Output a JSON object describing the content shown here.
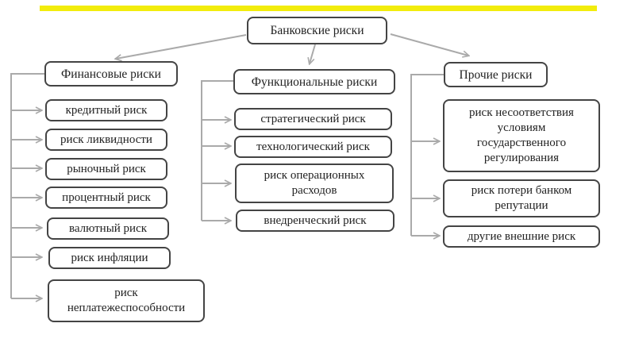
{
  "root": {
    "label": "Банковские риски"
  },
  "columns": [
    {
      "title": "Финансовые риски",
      "items": [
        "кредитный риск",
        "риск ликвидности",
        "рыночный риск",
        "процентный риск",
        "валютный риск",
        "риск инфляции",
        "риск неплатежеспособности"
      ]
    },
    {
      "title": "Функциональные риски",
      "items": [
        "стратегический риск",
        "технологический риск",
        "риск операционных расходов",
        "внедренческий риск"
      ]
    },
    {
      "title": "Прочие риски",
      "items": [
        "риск несоответствия условиям государственного регулирования",
        "риск потери банком репутации",
        "другие внешние риск"
      ]
    }
  ],
  "colors": {
    "accent_bar": "#f2ec0c",
    "box_border": "#444444",
    "connector": "#aaaaaa"
  }
}
